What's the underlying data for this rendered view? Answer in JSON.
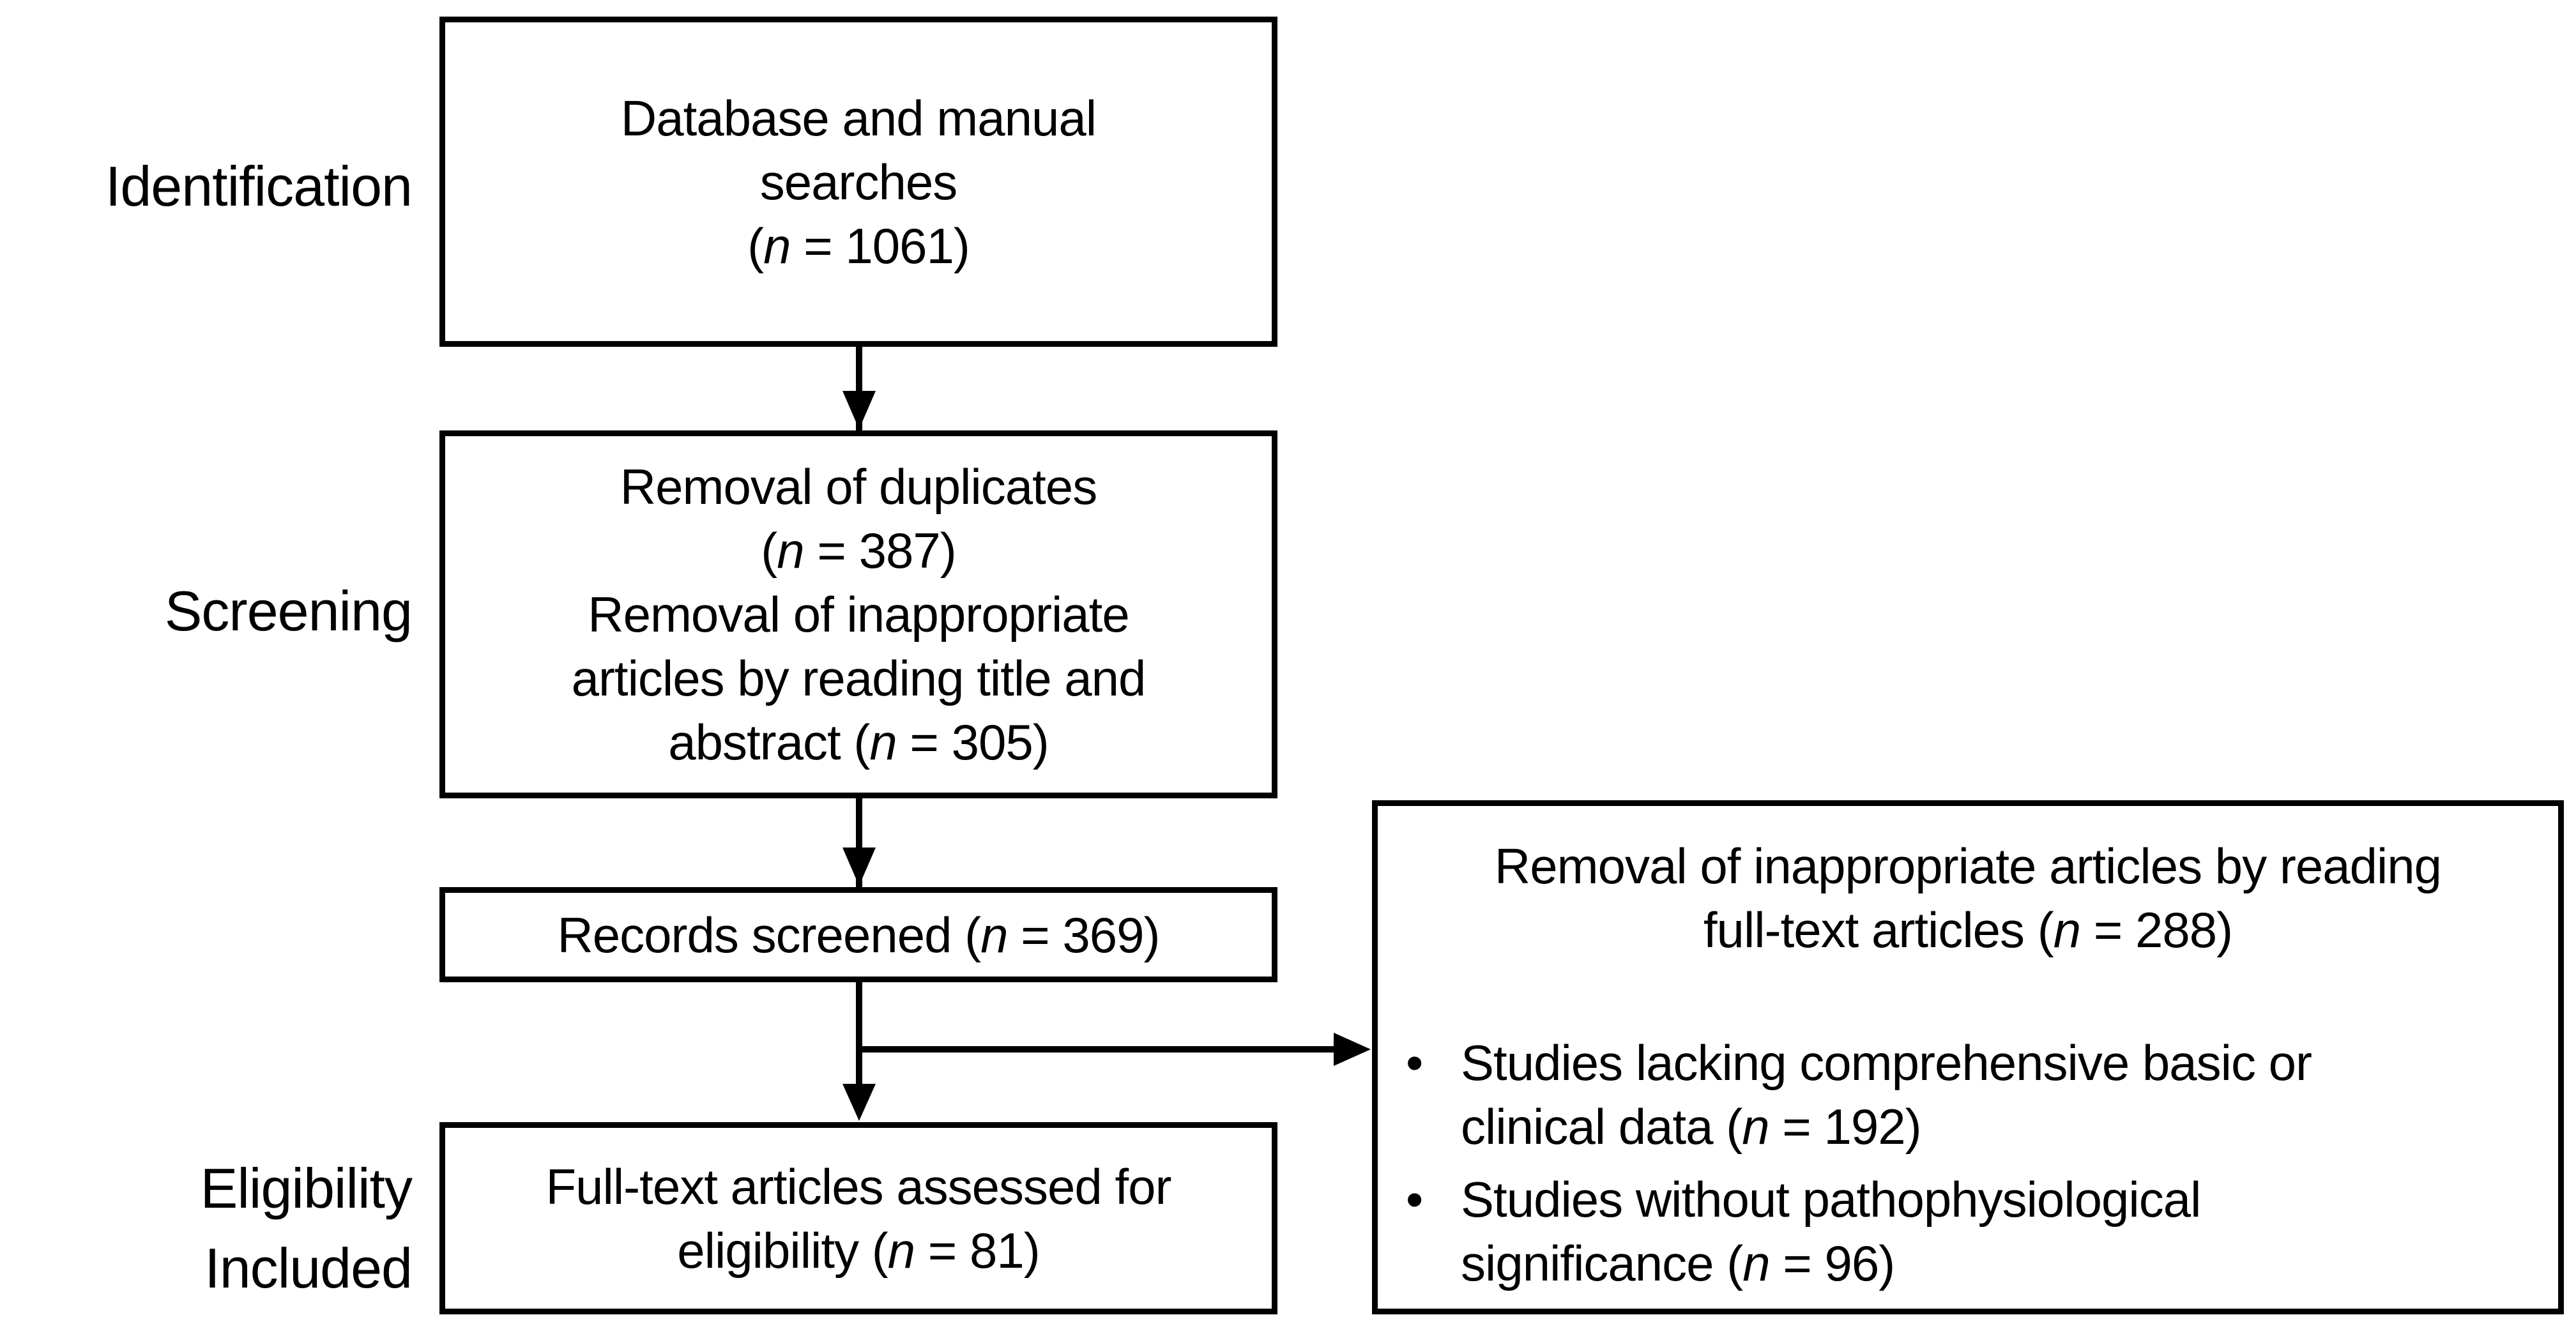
{
  "figure": {
    "background_color": "#ffffff",
    "line_color": "#000000",
    "text_color": "#000000"
  },
  "stage_labels": {
    "identification": "Identification",
    "screening": "Screening",
    "eligibility": "Eligibility",
    "included": "Included"
  },
  "boxes": {
    "database_searches": {
      "lines": [
        "Database and manual",
        "searches",
        "(n = 1061)"
      ],
      "n": 1061
    },
    "screening_removal": {
      "lines": [
        "Removal of duplicates",
        "(n = 387)",
        "Removal of inappropriate",
        "articles by reading title and",
        "abstract (n = 305)"
      ],
      "n_duplicates": 387,
      "n_title_abstract": 305
    },
    "records_screened": {
      "lines": [
        "Records screened (n = 369)"
      ],
      "n": 369
    },
    "fulltext_assessed": {
      "lines": [
        "Full-text articles assessed for",
        "eligibility (n = 81)"
      ],
      "n": 81
    },
    "fulltext_exclusions": {
      "heading_lines": [
        "Removal of inappropriate articles by reading",
        "full-text articles (n = 288)"
      ],
      "n": 288,
      "bullet_glyph": "•",
      "bullets": [
        {
          "lines": [
            "Studies lacking comprehensive basic or",
            "clinical data (n = 192)"
          ],
          "n": 192
        },
        {
          "lines": [
            "Studies without pathophysiological",
            "significance (n = 96)"
          ],
          "n": 96
        }
      ]
    }
  }
}
